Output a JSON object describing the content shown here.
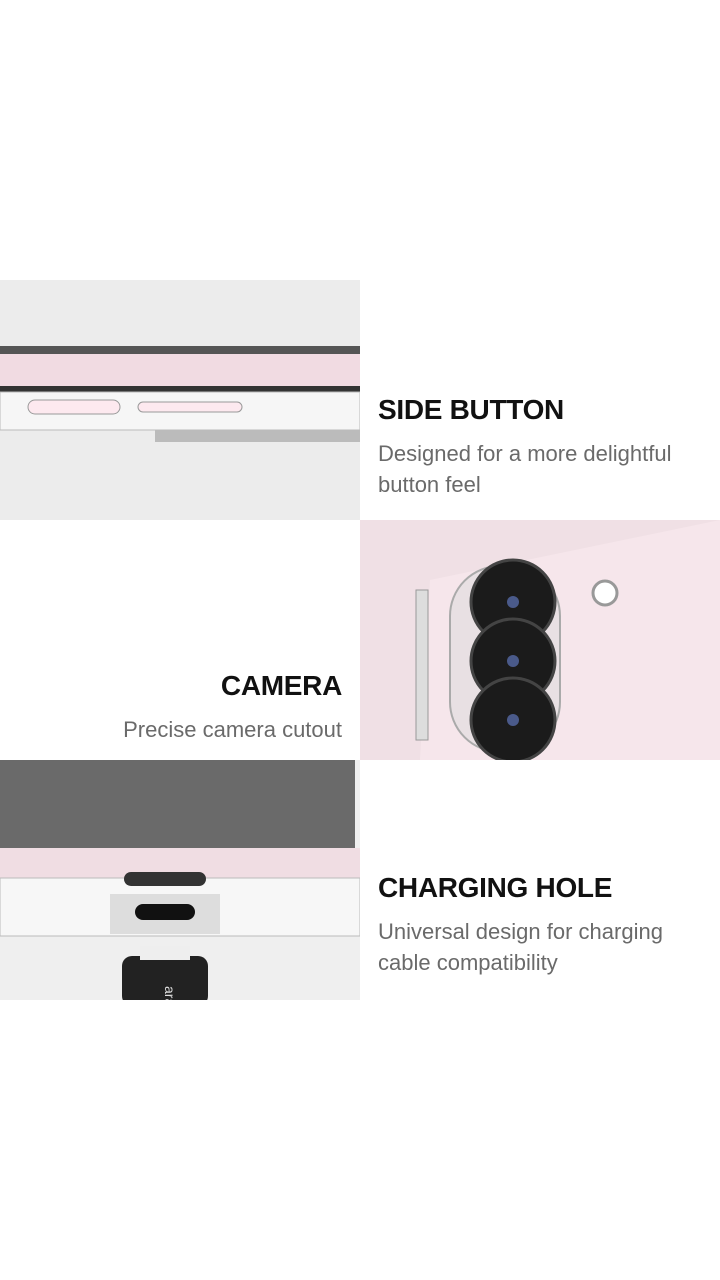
{
  "features": [
    {
      "title": "SIDE BUTTON",
      "desc_line1": "Designed for a more delightful",
      "desc_line2": "button feel"
    },
    {
      "title": "CAMERA",
      "desc_line1": "Precise camera cutout"
    },
    {
      "title": "CHARGING HOLE",
      "desc_line1": "Universal design for charging",
      "desc_line2": "cable compatibility"
    }
  ],
  "cable_logo": "araree"
}
